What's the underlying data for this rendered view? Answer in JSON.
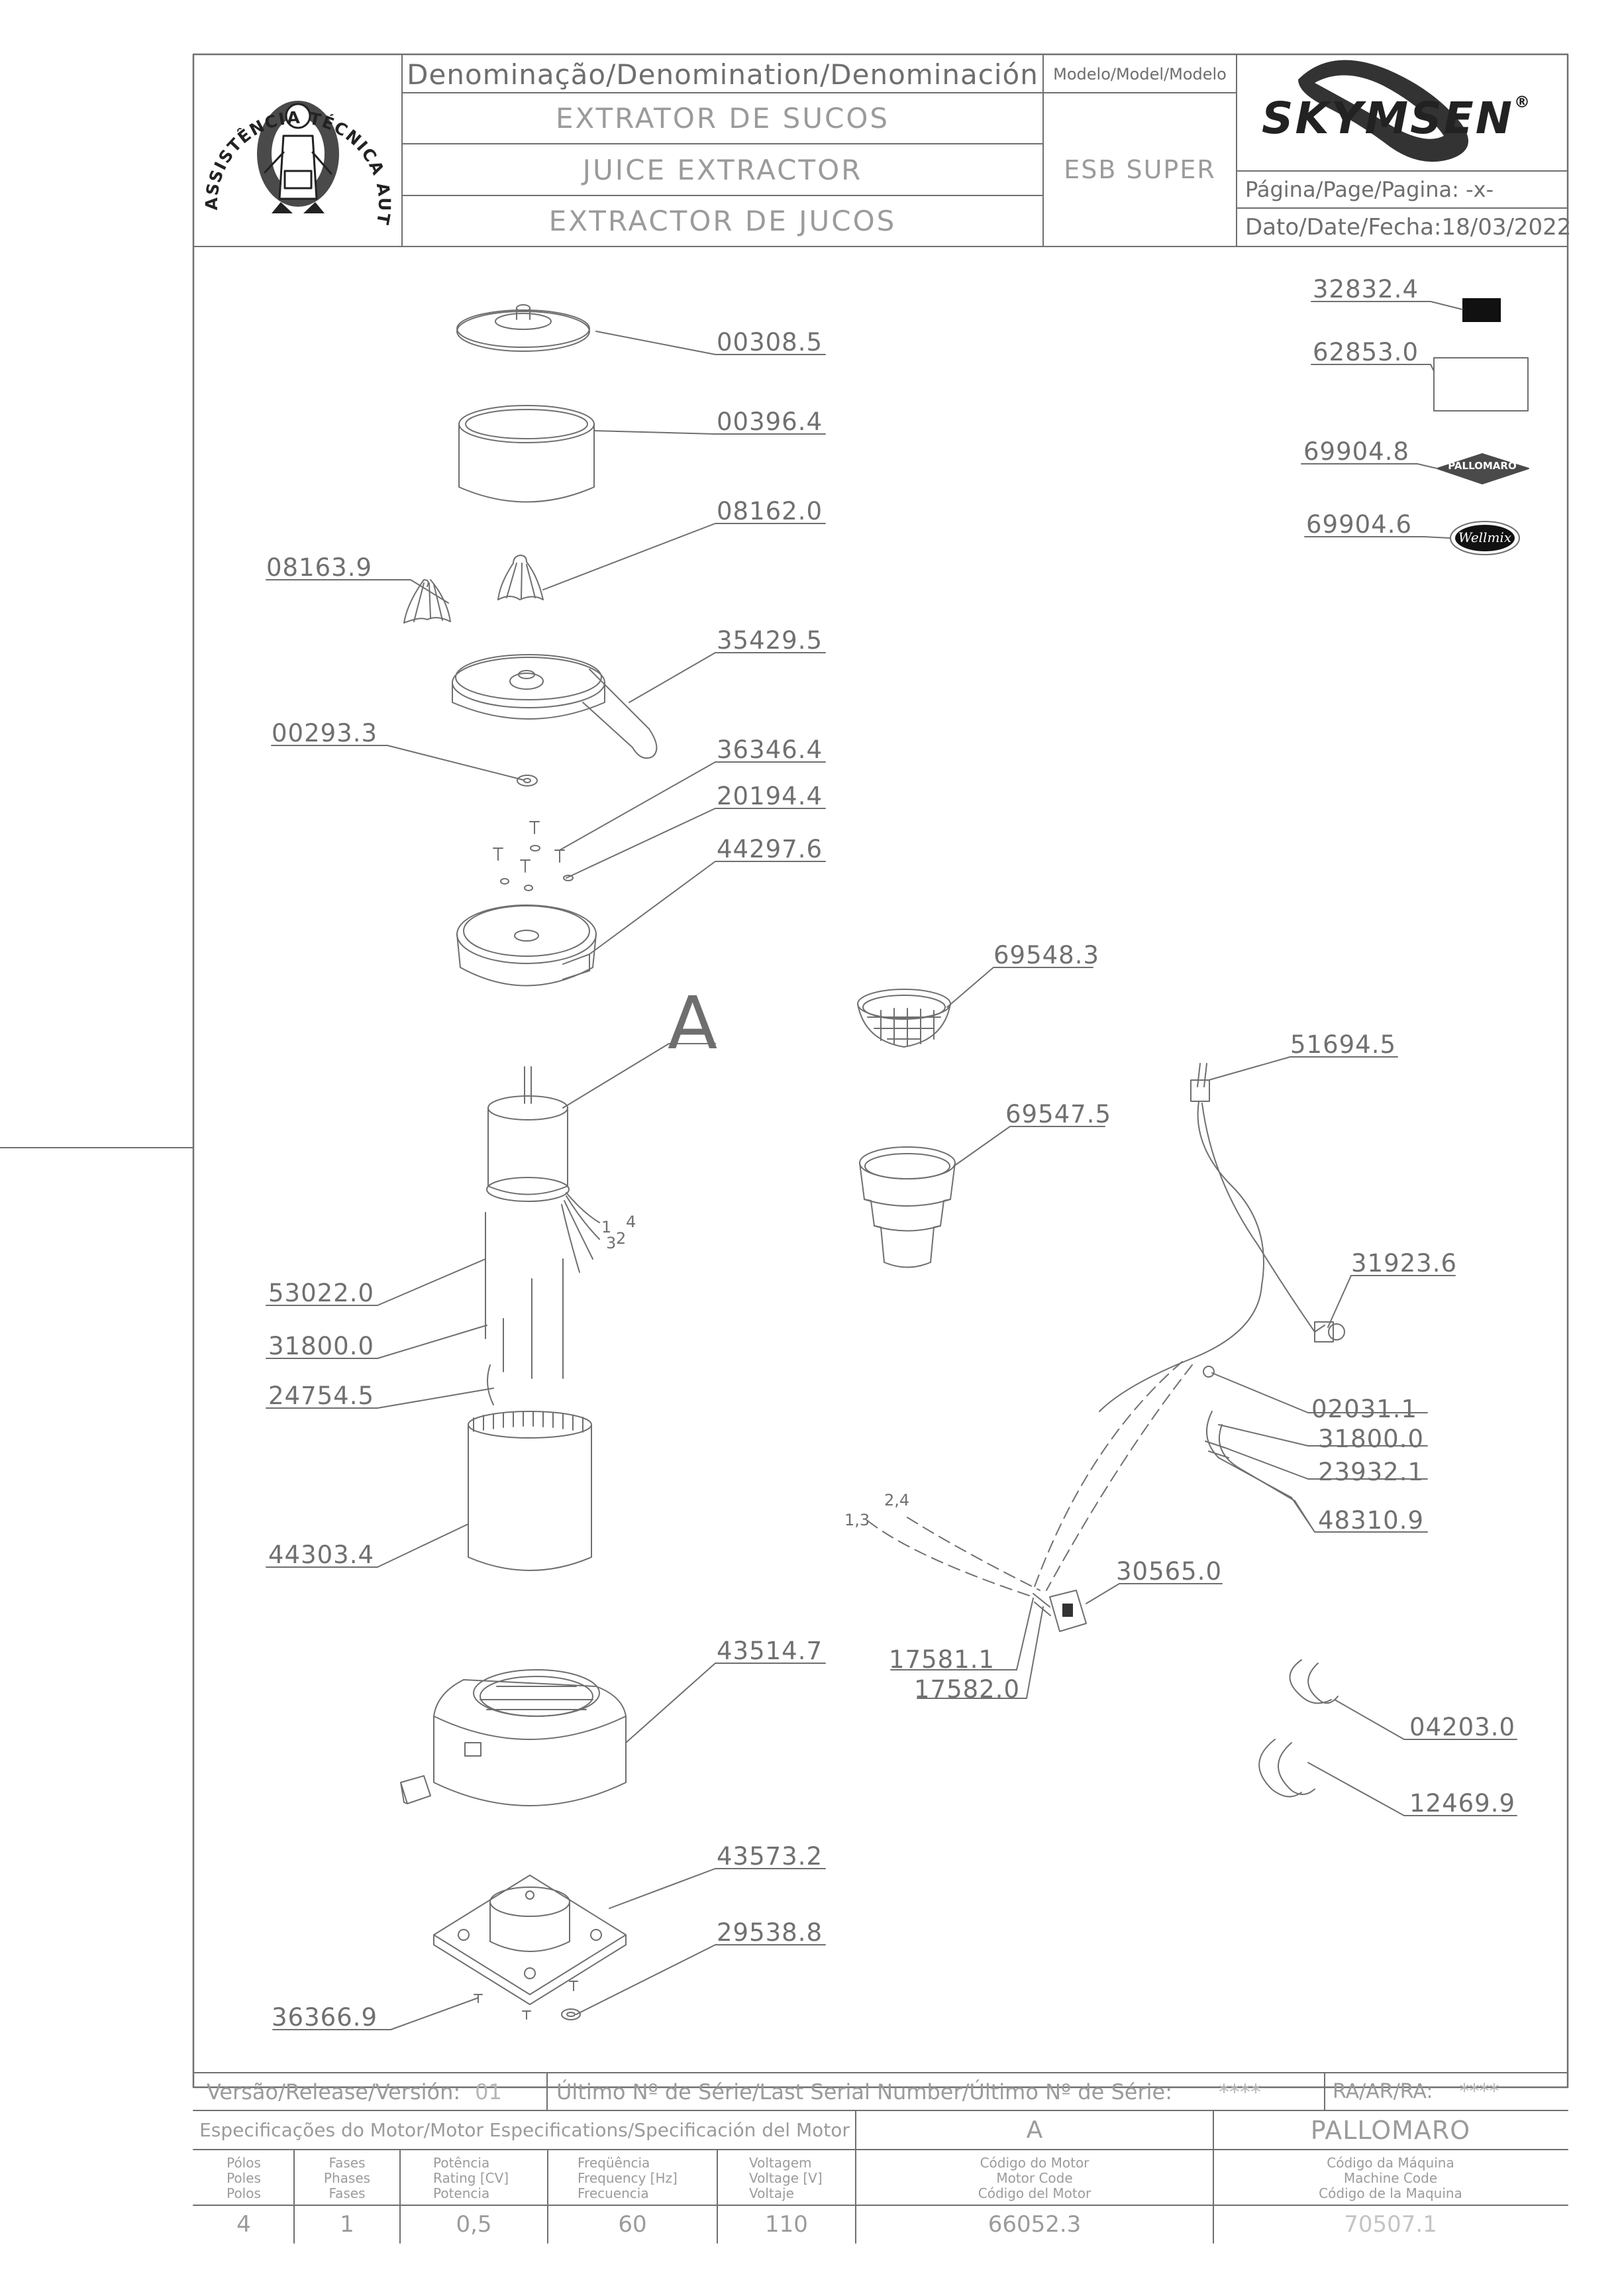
{
  "header": {
    "denomination_label": "Denominação/Denomination/Denominación",
    "name_pt": "EXTRATOR DE SUCOS",
    "name_en": "JUICE EXTRACTOR",
    "name_es": "EXTRACTOR DE JUCOS",
    "model_label": "Modelo/Model/Modelo",
    "model_value": "ESB SUPER",
    "brand": "SKYMSEN",
    "brand_mark": "®",
    "page_label": "Página/Page/Pagina: -x-",
    "date_label": "Dato/Date/Fecha:18/03/2022",
    "stamp_text": "ASSISTÊNCIA TÉCNICA AUTORIZADA"
  },
  "badges": {
    "pallomaro": "PALLOMARO",
    "wellmix": "Wellmix"
  },
  "wire_labels": [
    "1",
    "3",
    "2",
    "4",
    "1,3",
    "2,4"
  ],
  "section_label": "A",
  "parts": [
    "00308.5",
    "00396.4",
    "08162.0",
    "08163.9",
    "35429.5",
    "00293.3",
    "36346.4",
    "20194.4",
    "44297.6",
    "53022.0",
    "31800.0",
    "24754.5",
    "44303.4",
    "43514.7",
    "43573.2",
    "29538.8",
    "36366.9",
    "32832.4",
    "62853.0",
    "69904.8",
    "69904.6",
    "69548.3",
    "69547.5",
    "51694.5",
    "31923.6",
    "02031.1",
    "31800.0",
    "23932.1",
    "48310.9",
    "30565.0",
    "17581.1",
    "17582.0",
    "04203.0",
    "12469.9"
  ],
  "footer": {
    "release_label": "Versão/Release/Versión:",
    "release_value": "01",
    "serial_label": "Último Nº de Série/Last Serial Number/Último Nº de Série:",
    "serial_value": "****",
    "ra_label": "RA/AR/RA:",
    "ra_value": "****",
    "motor_spec_label": "Especificações do Motor/Motor Especifications/Specificación del Motor",
    "motor_letter": "A",
    "brand_name": "PALLOMARO",
    "col_poles": [
      "Pólos",
      "Poles",
      "Polos"
    ],
    "col_phases": [
      "Fases",
      "Phases",
      "Fases"
    ],
    "col_power": [
      "Potência",
      "Rating [CV]",
      "Potencia"
    ],
    "col_freq": [
      "Freqüência",
      "Frequency [Hz]",
      "Frecuencia"
    ],
    "col_volt": [
      "Voltagem",
      "Voltage [V]",
      "Voltaje"
    ],
    "col_motor_code": [
      "Código do Motor",
      "Motor Code",
      "Código del Motor"
    ],
    "col_machine_code": [
      "Código da Máquina",
      "Machine Code",
      "Código de la Maquina"
    ],
    "val_poles": "4",
    "val_phases": "1",
    "val_power": "0,5",
    "val_freq": "60",
    "val_volt": "110",
    "val_motor_code": "66052.3",
    "val_machine_code": "70507.1"
  }
}
